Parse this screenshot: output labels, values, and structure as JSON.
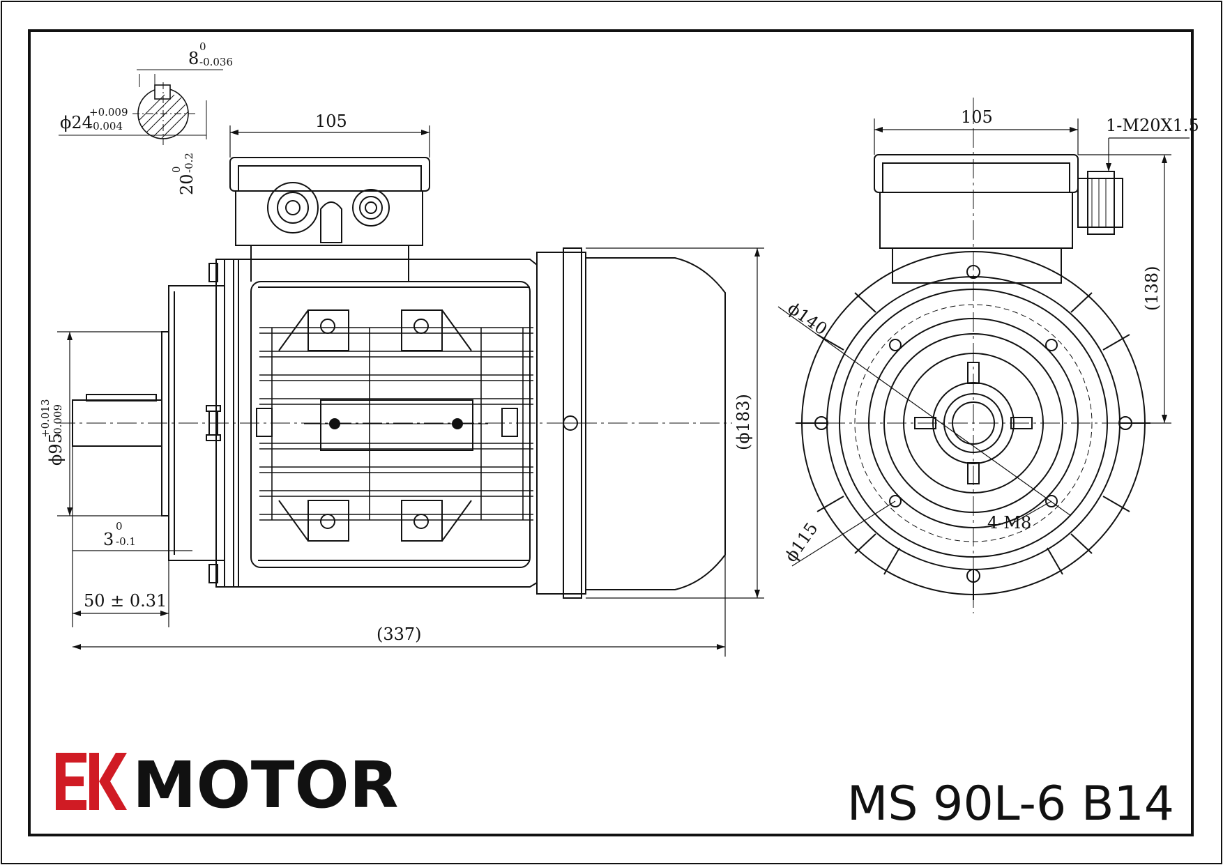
{
  "title_block": {
    "logo_mark": "EK",
    "brand": "MOTOR",
    "model": "MS 90L-6 B14",
    "logo_color": "#d01b24"
  },
  "side_view": {
    "key_width": "8",
    "key_width_tol_upper": "0",
    "key_width_tol_lower": "-0.036",
    "shaft_dia": "ϕ24",
    "shaft_dia_tol_upper": "+0.009",
    "shaft_dia_tol_lower": "-0.004",
    "key_depth": "20",
    "key_depth_tol_upper": "0",
    "key_depth_tol_lower": "-0.2",
    "terminal_box_width": "105",
    "flange_spigot": "ϕ95",
    "flange_spigot_tol_upper": "+0.013",
    "flange_spigot_tol_lower": "-0.009",
    "spigot_depth": "3",
    "spigot_depth_tol_upper": "0",
    "spigot_depth_tol_lower": "-0.1",
    "shaft_length": "50 ± 0.31",
    "overall_length": "(337)",
    "frame_dia": "(ϕ183)"
  },
  "end_view": {
    "terminal_box_width": "105",
    "cable_gland": "1-M20X1.5",
    "height_to_box": "(138)",
    "flange_outer": "ϕ140",
    "bolt_circle": "ϕ115",
    "holes": "4-M8"
  },
  "colors": {
    "line": "#111111",
    "accent": "#d01b24",
    "background": "#ffffff"
  }
}
